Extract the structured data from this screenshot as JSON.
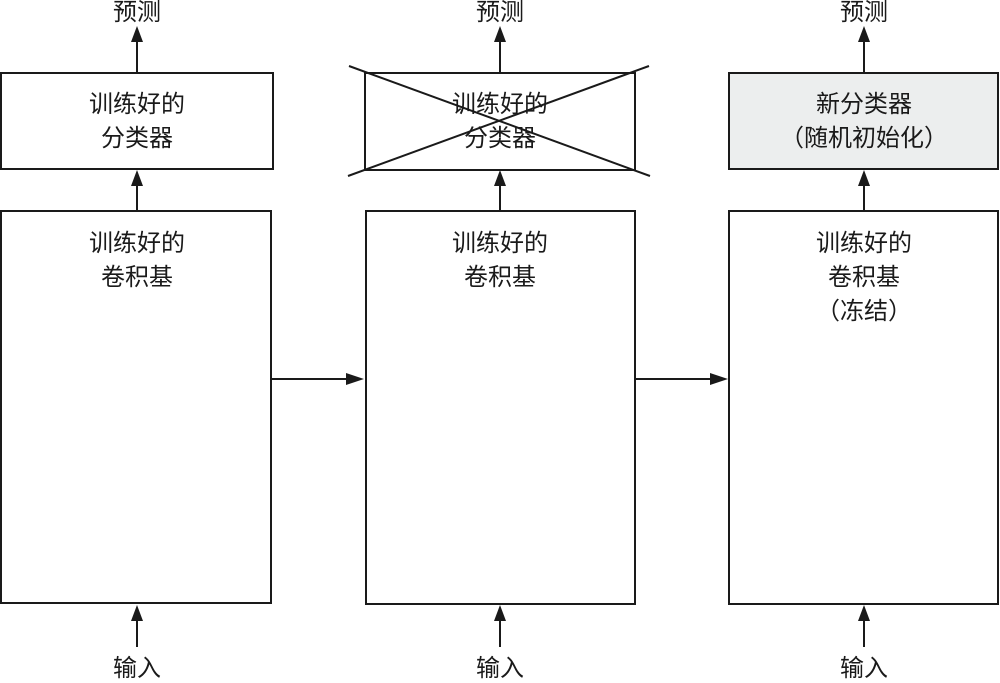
{
  "columns": [
    {
      "prediction_label": "预测",
      "classifier": {
        "lines": [
          "训练好的",
          "分类器"
        ],
        "crossed_out": false,
        "highlight": false
      },
      "conv_base": {
        "lines": [
          "训练好的",
          "卷积基"
        ]
      },
      "input_label": "输入"
    },
    {
      "prediction_label": "预测",
      "classifier": {
        "lines": [
          "训练好的",
          "分类器"
        ],
        "crossed_out": true,
        "highlight": false
      },
      "conv_base": {
        "lines": [
          "训练好的",
          "卷积基"
        ]
      },
      "input_label": "输入"
    },
    {
      "prediction_label": "预测",
      "classifier": {
        "lines": [
          "新分类器",
          "（随机初始化）"
        ],
        "crossed_out": false,
        "highlight": true
      },
      "conv_base": {
        "lines": [
          "训练好的",
          "卷积基",
          "（冻结）"
        ]
      },
      "input_label": "输入"
    }
  ],
  "colors": {
    "stroke": "#1a1a1a",
    "background": "#ffffff",
    "new_classifier_fill": "#eceeee"
  }
}
